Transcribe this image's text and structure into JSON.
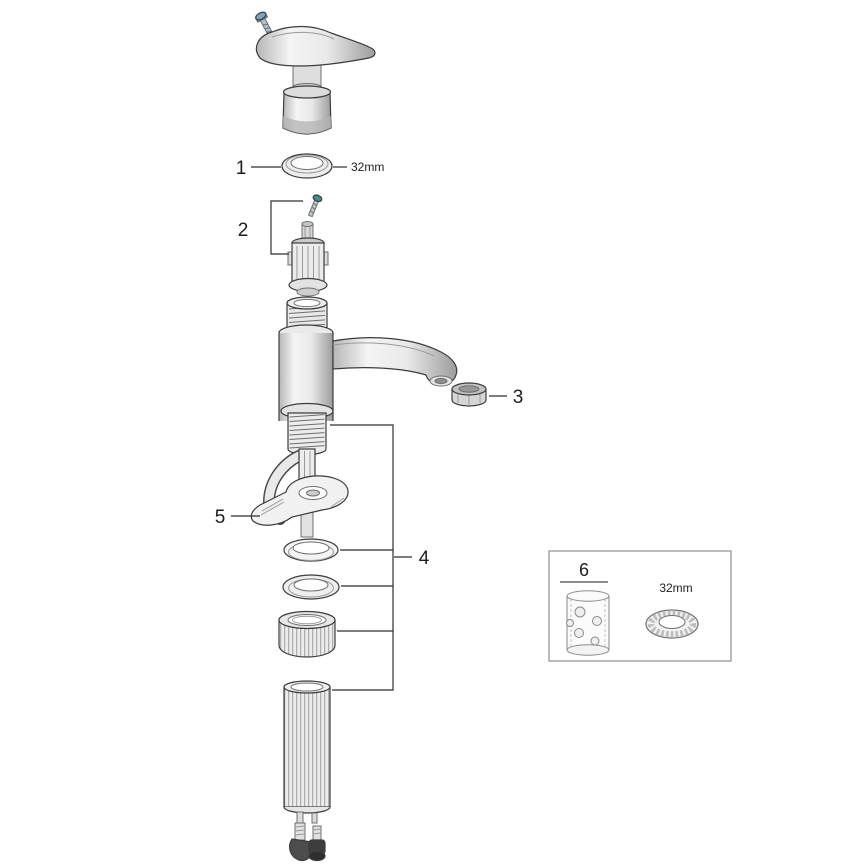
{
  "diagram": {
    "parts": {
      "p1": {
        "label": "1",
        "size": "32mm"
      },
      "p2": {
        "label": "2"
      },
      "p3": {
        "label": "3"
      },
      "p4": {
        "label": "4"
      },
      "p5": {
        "label": "5"
      },
      "p6": {
        "label": "6",
        "size": "32mm"
      }
    },
    "colors": {
      "line": "#2e2e2e",
      "metal_light": "#f2f2f2",
      "metal_dark": "#9c9c9c",
      "screw_blue": "#6d93b8",
      "screw_teal": "#3e8e8e"
    }
  }
}
